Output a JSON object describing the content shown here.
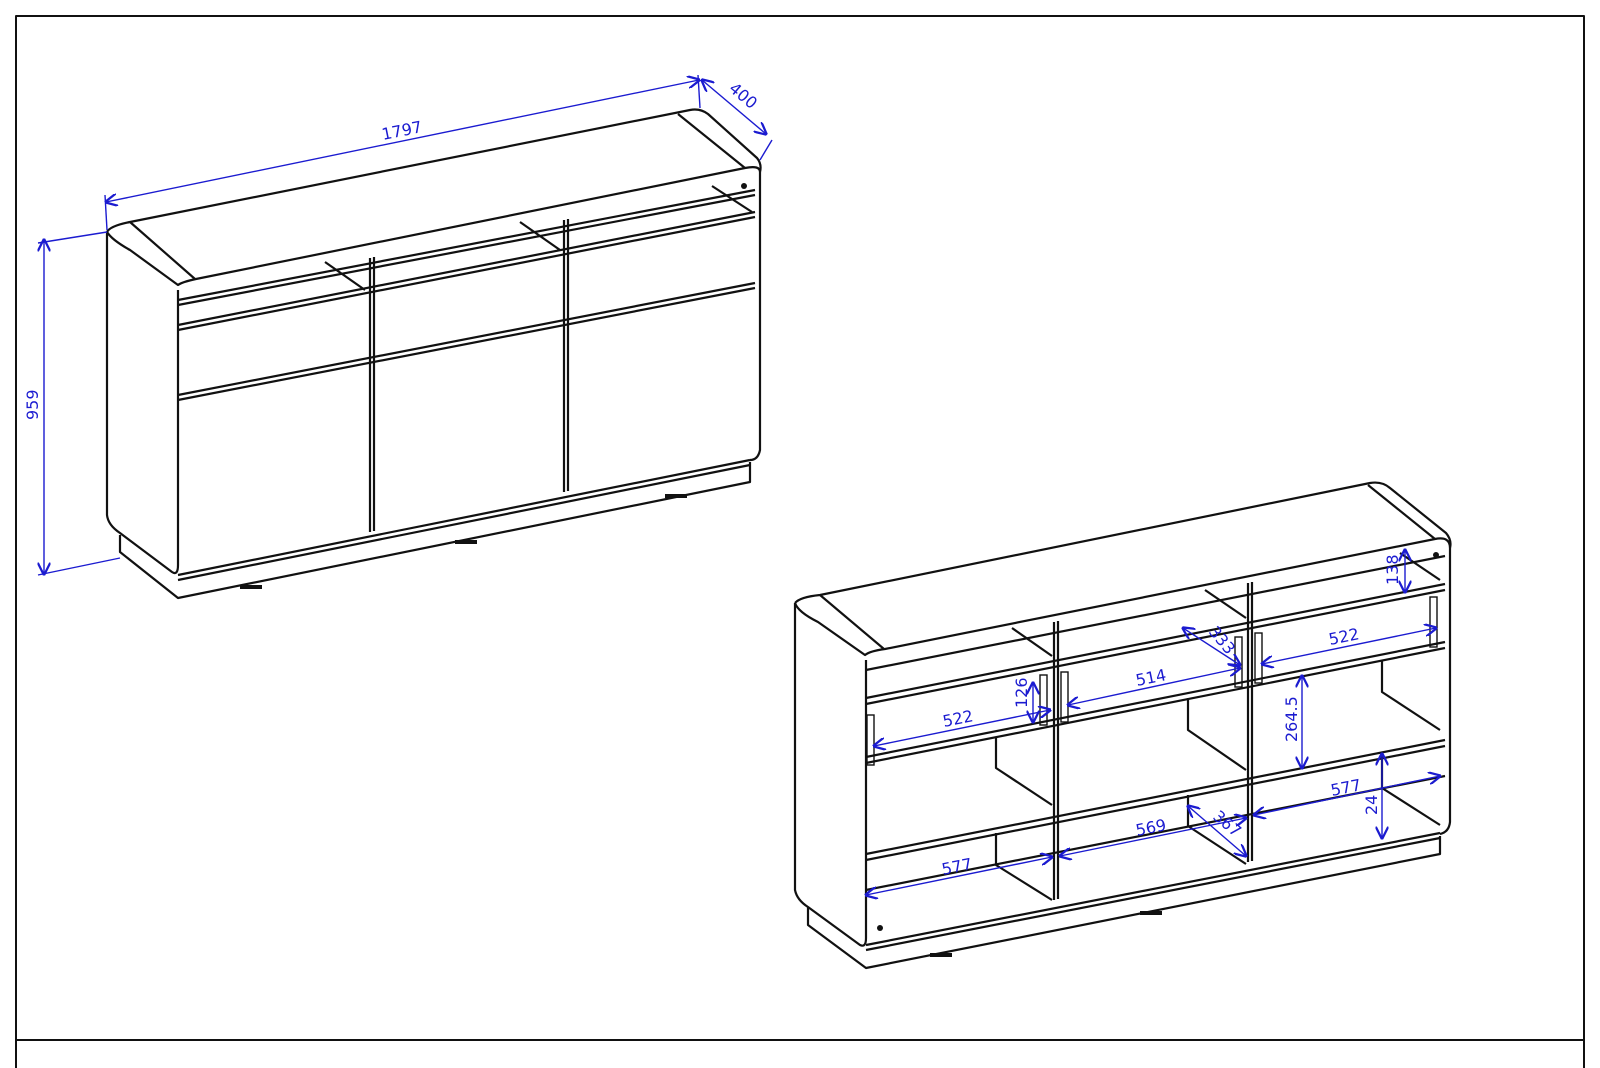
{
  "drawing": {
    "title_block": "",
    "closed_view": {
      "width_label": "1797",
      "depth_label": "400",
      "height_label": "959"
    },
    "open_view": {
      "top_compartment_height": "138",
      "drawer_depth_right": "333",
      "drawer_width_right": "522",
      "drawer_width_middle": "514",
      "drawer_height_left": "126",
      "drawer_width_left": "522",
      "shelf_gap_right": "264.5",
      "bottom_width_right": "577",
      "bottom_height_right": "24",
      "bottom_width_middle": "569",
      "shelf_depth_middle": "367",
      "bottom_width_left": "577"
    },
    "colors": {
      "line": "#111111",
      "dimension": "#1b1bd0"
    }
  }
}
